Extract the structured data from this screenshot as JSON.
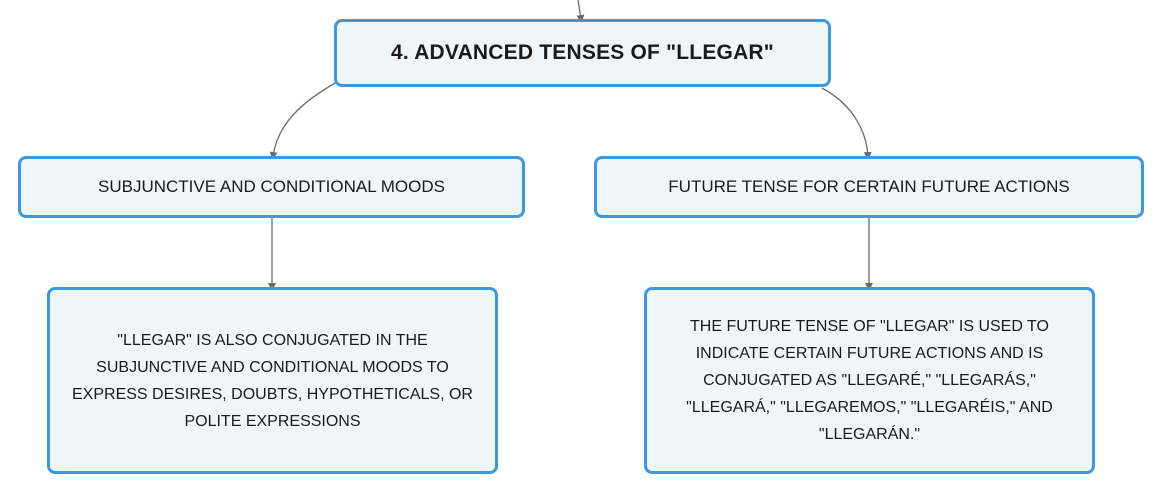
{
  "diagram": {
    "root": {
      "label": "4. ADVANCED TENSES OF \"LLEGAR\""
    },
    "branches": [
      {
        "label": "SUBJUNCTIVE AND CONDITIONAL MOODS",
        "detail": "\"LLEGAR\" IS ALSO CONJUGATED IN THE SUBJUNCTIVE AND CONDITIONAL MOODS TO EXPRESS DESIRES, DOUBTS, HYPOTHETICALS, OR POLITE EXPRESSIONS"
      },
      {
        "label": "FUTURE TENSE FOR CERTAIN FUTURE ACTIONS",
        "detail": "THE FUTURE TENSE OF \"LLEGAR\" IS USED TO INDICATE CERTAIN FUTURE ACTIONS AND IS CONJUGATED AS \"LLEGARÉ,\" \"LLEGARÁS,\" \"LLEGARÁ,\" \"LLEGAREMOS,\" \"LLEGARÉIS,\" AND \"LLEGARÁN.\""
      }
    ],
    "colors": {
      "node_fill": "#eef6fc",
      "node_border": "#3d97e3",
      "connector": "#6b6b6b"
    }
  }
}
